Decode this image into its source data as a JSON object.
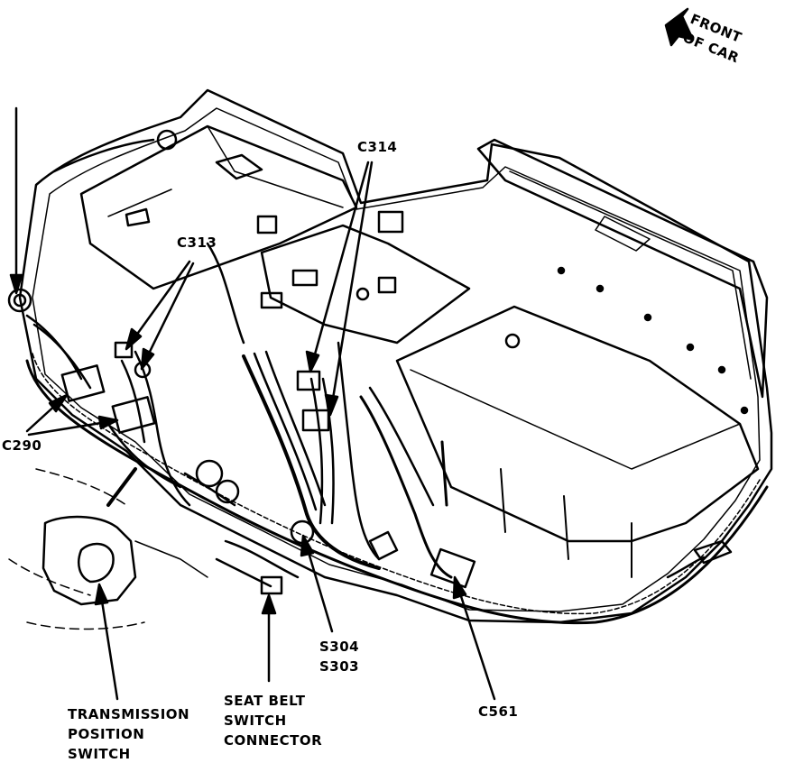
{
  "callouts": {
    "front_of_car": [
      "FRONT",
      "OF CAR"
    ],
    "c314": "C314",
    "c313": "C313",
    "c290": "C290",
    "s304_s303": [
      "S304",
      "S303"
    ],
    "c561": "C561",
    "transmission_position_switch": [
      "TRANSMISSION",
      "POSITION",
      "SWITCH"
    ],
    "seat_belt_switch_connector": [
      "SEAT BELT",
      "SWITCH",
      "CONNECTOR"
    ]
  },
  "colors": {
    "ink": "#000000",
    "paper": "#ffffff"
  }
}
